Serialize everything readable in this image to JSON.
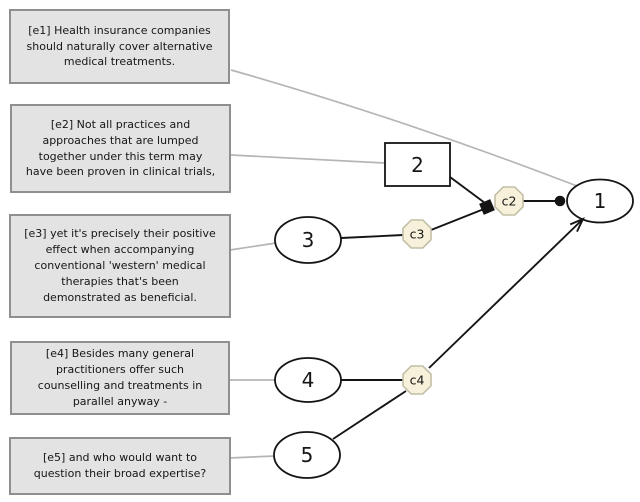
{
  "statements": [
    {
      "id": "e1",
      "text": "[e1] Health insurance companies should naturally cover alternative medical treatments."
    },
    {
      "id": "e2",
      "text": "[e2] Not all practices and approaches that are lumped together under this term may have been proven in clinical trials,"
    },
    {
      "id": "e3",
      "text": "[e3] yet it's precisely their positive effect when accompanying conventional 'western' medical therapies that's been demonstrated as beneficial."
    },
    {
      "id": "e4",
      "text": "[e4] Besides many general practitioners offer such counselling and treatments in parallel anyway -"
    },
    {
      "id": "e5",
      "text": "[e5] and who would want to question their broad expertise?"
    }
  ],
  "nodes": [
    {
      "id": "n1",
      "label": "1",
      "shape": "ellipse"
    },
    {
      "id": "n2",
      "label": "2",
      "shape": "rectangle"
    },
    {
      "id": "n3",
      "label": "3",
      "shape": "ellipse"
    },
    {
      "id": "n4",
      "label": "4",
      "shape": "ellipse"
    },
    {
      "id": "n5",
      "label": "5",
      "shape": "ellipse"
    }
  ],
  "connectors": [
    {
      "id": "c2",
      "label": "c2"
    },
    {
      "id": "c3",
      "label": "c3"
    },
    {
      "id": "c4",
      "label": "c4"
    }
  ],
  "edges": [
    {
      "from": "e1",
      "to": "n1",
      "style": "gray-plain"
    },
    {
      "from": "e2",
      "to": "n2",
      "style": "gray-plain"
    },
    {
      "from": "e3",
      "to": "n3",
      "style": "gray-plain"
    },
    {
      "from": "e4",
      "to": "n4",
      "style": "gray-plain"
    },
    {
      "from": "e5",
      "to": "n5",
      "style": "gray-plain"
    },
    {
      "from": "n2",
      "to": "c2",
      "style": "black-plain"
    },
    {
      "from": "n3",
      "to": "c3",
      "style": "black-plain"
    },
    {
      "from": "c3",
      "to": "c2",
      "style": "black-square-head"
    },
    {
      "from": "c2",
      "to": "n1",
      "style": "black-dot-head"
    },
    {
      "from": "n4",
      "to": "c4",
      "style": "black-plain"
    },
    {
      "from": "n5",
      "to": "c4",
      "style": "black-plain"
    },
    {
      "from": "c4",
      "to": "n1",
      "style": "black-vee-arrow"
    }
  ],
  "colors": {
    "box_fill": "#e3e3e3",
    "box_border": "#8f8f8f",
    "box_text": "#161616",
    "node_fill": "#ffffff",
    "edge_black": "#141414",
    "edge_gray": "#b5b5b5",
    "connector_fill": "#f7f1dc",
    "connector_border": "#c2bfa6",
    "canvas_bg": "#ffffff"
  }
}
